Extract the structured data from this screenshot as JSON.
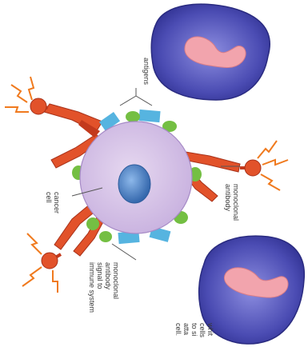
{
  "labels": {
    "antigens": "antigens",
    "monoclonal_antibody": "monoclonal\nantibody",
    "cancer_cell": "cancer\ncell",
    "monoclonal_signal": "monoclonal\nantibody\nsignal to\nimmune system",
    "white_cells": "whit\ncells\nto si\natta\ncell."
  },
  "colors": {
    "cancer_cell": "#d8c6e8",
    "nucleus": "#4f86c6",
    "antibody": "#e2522a",
    "antigen_green": "#74bf43",
    "antigen_blue": "#56b4e0",
    "white_cell": "#3b3ea0",
    "white_cell_nucleus": "#f0a0a8",
    "signal": "#f07a1e"
  }
}
